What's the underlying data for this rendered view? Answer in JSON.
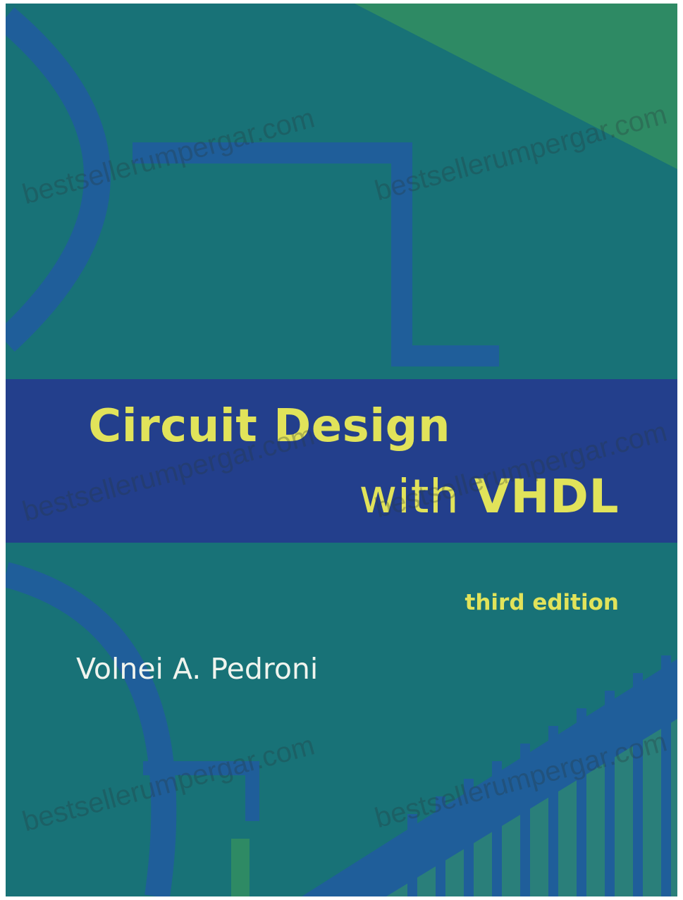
{
  "book": {
    "title_line_1": "Circuit Design",
    "title_word_with": "with",
    "title_word_vhdl": "VHDL",
    "edition": "third edition",
    "author": "Volnei A. Pedroni"
  },
  "watermark": {
    "text": "bestsellerumpergar.com"
  },
  "colors": {
    "cover_background": "#187277",
    "title_band": "#233f8c",
    "title_text": "#e1e35a",
    "author_text": "#f0f4ee",
    "circuit_lines": "#1f5e9a",
    "green_accent": "#2e8a64"
  }
}
